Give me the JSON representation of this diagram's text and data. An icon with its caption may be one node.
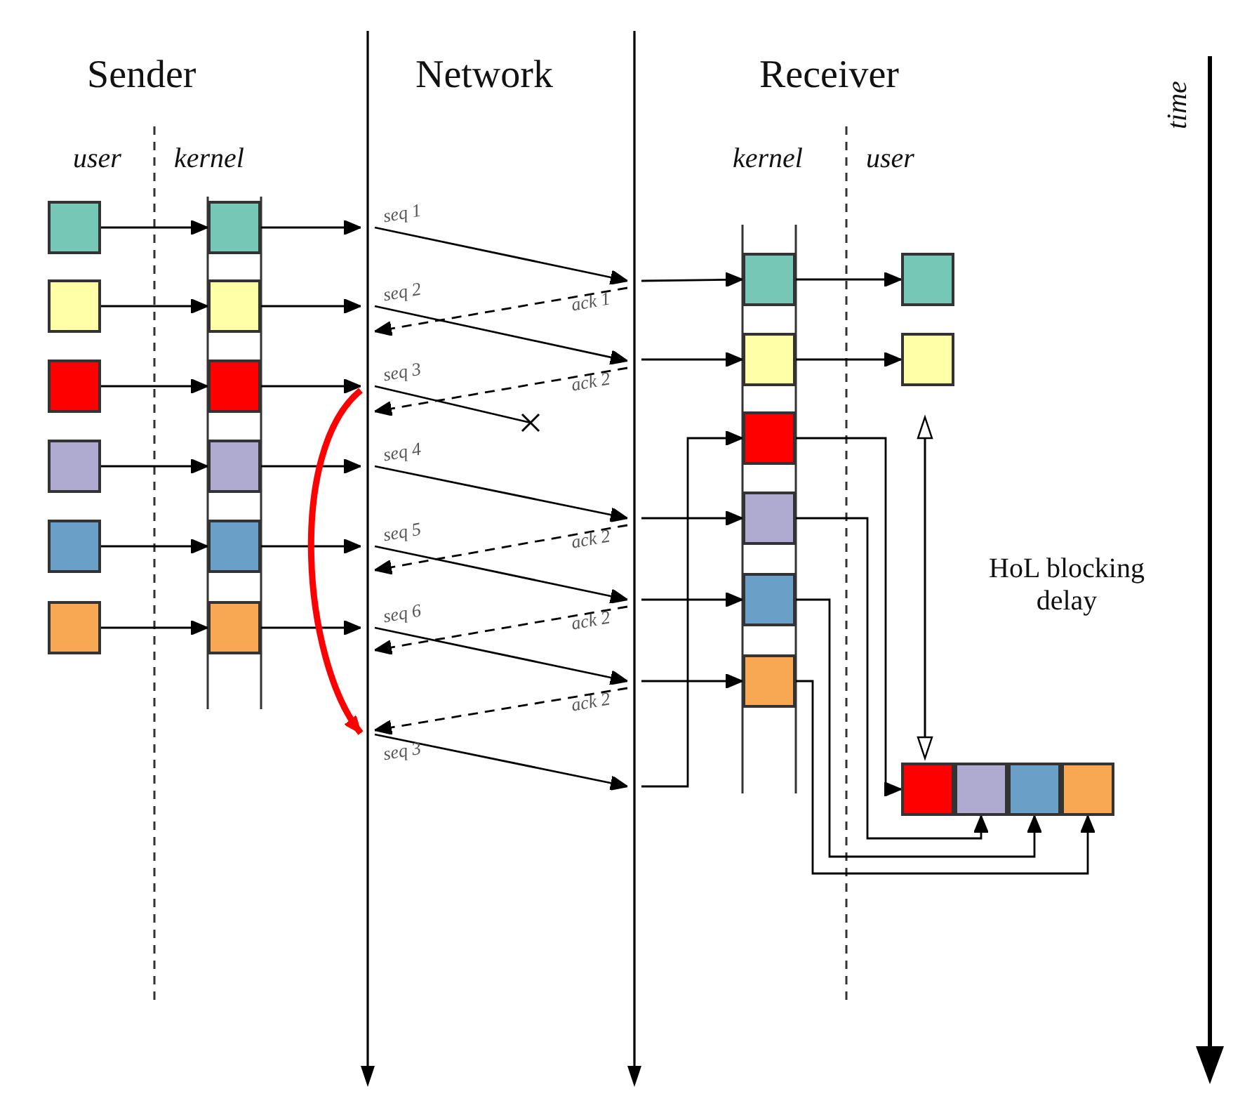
{
  "diagram": {
    "nodes": [
      {
        "text": [],
        "shape": "box"
      },
      {
        "text": [],
        "shape": "box"
      },
      {
        "text": [],
        "shape": "box"
      },
      {
        "text": [],
        "shape": "box"
      },
      {
        "text": [],
        "shape": "box"
      },
      {
        "text": [],
        "shape": "box"
      },
      {
        "text": [],
        "shape": "box"
      },
      {
        "text": [],
        "shape": "box"
      },
      {
        "text": [],
        "shape": "box"
      },
      {
        "text": [],
        "shape": "box"
      },
      {
        "text": [],
        "shape": "box"
      },
      {
        "text": [],
        "shape": "box"
      },
      {
        "text": [],
        "shape": "bar"
      },
      {
        "text": [],
        "shape": "bar"
      },
      {
        "text": [],
        "shape": "box"
      },
      {
        "text": [],
        "shape": "box"
      },
      {
        "text": [],
        "shape": "box"
      },
      {
        "text": [],
        "shape": "box"
      },
      {
        "text": [],
        "shape": "box"
      },
      {
        "text": [],
        "shape": "box"
      },
      {
        "text": [],
        "shape": "box"
      },
      {
        "text": [],
        "shape": "box"
      },
      {
        "text": [],
        "shape": "box"
      },
      {
        "text": [],
        "shape": "box"
      },
      {
        "text": [],
        "shape": "box"
      },
      {
        "text": [],
        "shape": "box"
      }
    ],
    "edges": [
      {
        "from": 0,
        "to": 1,
        "arrow": "to"
      },
      {
        "from": 1,
        "to": 12,
        "arrow": "to"
      },
      {
        "from": 2,
        "to": 3,
        "arrow": "to"
      },
      {
        "from": 3,
        "to": 12,
        "arrow": "to"
      },
      {
        "from": 4,
        "to": 5,
        "arrow": "to"
      },
      {
        "from": 5,
        "to": 12,
        "arrow": "to"
      },
      {
        "from": 6,
        "to": 7,
        "arrow": "to"
      },
      {
        "from": 7,
        "to": 12,
        "arrow": "to"
      },
      {
        "from": 8,
        "to": 9,
        "arrow": "to"
      },
      {
        "from": 9,
        "to": 12,
        "arrow": "to"
      },
      {
        "from": 10,
        "to": 11,
        "arrow": "to"
      },
      {
        "from": 11,
        "to": 12,
        "arrow": "to"
      },
      {
        "from": 12,
        "to": 13,
        "arrow": "to",
        "label": "seq 1"
      },
      {
        "from": 13,
        "to": 14,
        "arrow": "to"
      },
      {
        "from": 14,
        "to": 20,
        "arrow": "to"
      },
      {
        "from": 13,
        "to": 12,
        "arrow": "to",
        "label": "ack 1",
        "style": "dashed"
      },
      {
        "from": 12,
        "to": 13,
        "arrow": "to",
        "label": "seq 2"
      },
      {
        "from": 13,
        "to": 15,
        "arrow": "to"
      },
      {
        "from": 15,
        "to": 21,
        "arrow": "to"
      },
      {
        "from": 13,
        "to": 12,
        "arrow": "to",
        "label": "ack 2",
        "style": "dashed"
      },
      {
        "from": 12,
        "to": null,
        "arrow": "other",
        "label": "seq 3"
      },
      {
        "from": 12,
        "to": 12,
        "arrow": "to",
        "style": "thick",
        "color": "#ff0000"
      },
      {
        "from": 12,
        "to": 13,
        "arrow": "to",
        "label": "seq 4"
      },
      {
        "from": 13,
        "to": 17,
        "arrow": "to"
      },
      {
        "from": 13,
        "to": 12,
        "arrow": "to",
        "label": "ack 2",
        "style": "dashed"
      },
      {
        "from": 12,
        "to": 13,
        "arrow": "to",
        "label": "seq 5"
      },
      {
        "from": 13,
        "to": 18,
        "arrow": "to"
      },
      {
        "from": 13,
        "to": 12,
        "arrow": "to",
        "label": "ack 2",
        "style": "dashed"
      },
      {
        "from": 12,
        "to": 13,
        "arrow": "to",
        "label": "seq 6"
      },
      {
        "from": 13,
        "to": 19,
        "arrow": "to"
      },
      {
        "from": 13,
        "to": 12,
        "arrow": "to",
        "label": "ack 2",
        "style": "dashed"
      },
      {
        "from": 12,
        "to": 13,
        "arrow": "to",
        "label": "seq 3"
      },
      {
        "from": 13,
        "to": 16,
        "arrow": "to"
      },
      {
        "from": 16,
        "to": 22,
        "arrow": "to"
      },
      {
        "from": 17,
        "to": 23,
        "arrow": "to"
      },
      {
        "from": 18,
        "to": 24,
        "arrow": "to"
      },
      {
        "from": 19,
        "to": 25,
        "arrow": "to"
      }
    ],
    "labels": [
      "Sender",
      "Network",
      "Receiver",
      "time",
      "user",
      "kernel",
      "kernel",
      "user",
      "HoL blocking delay"
    ]
  }
}
